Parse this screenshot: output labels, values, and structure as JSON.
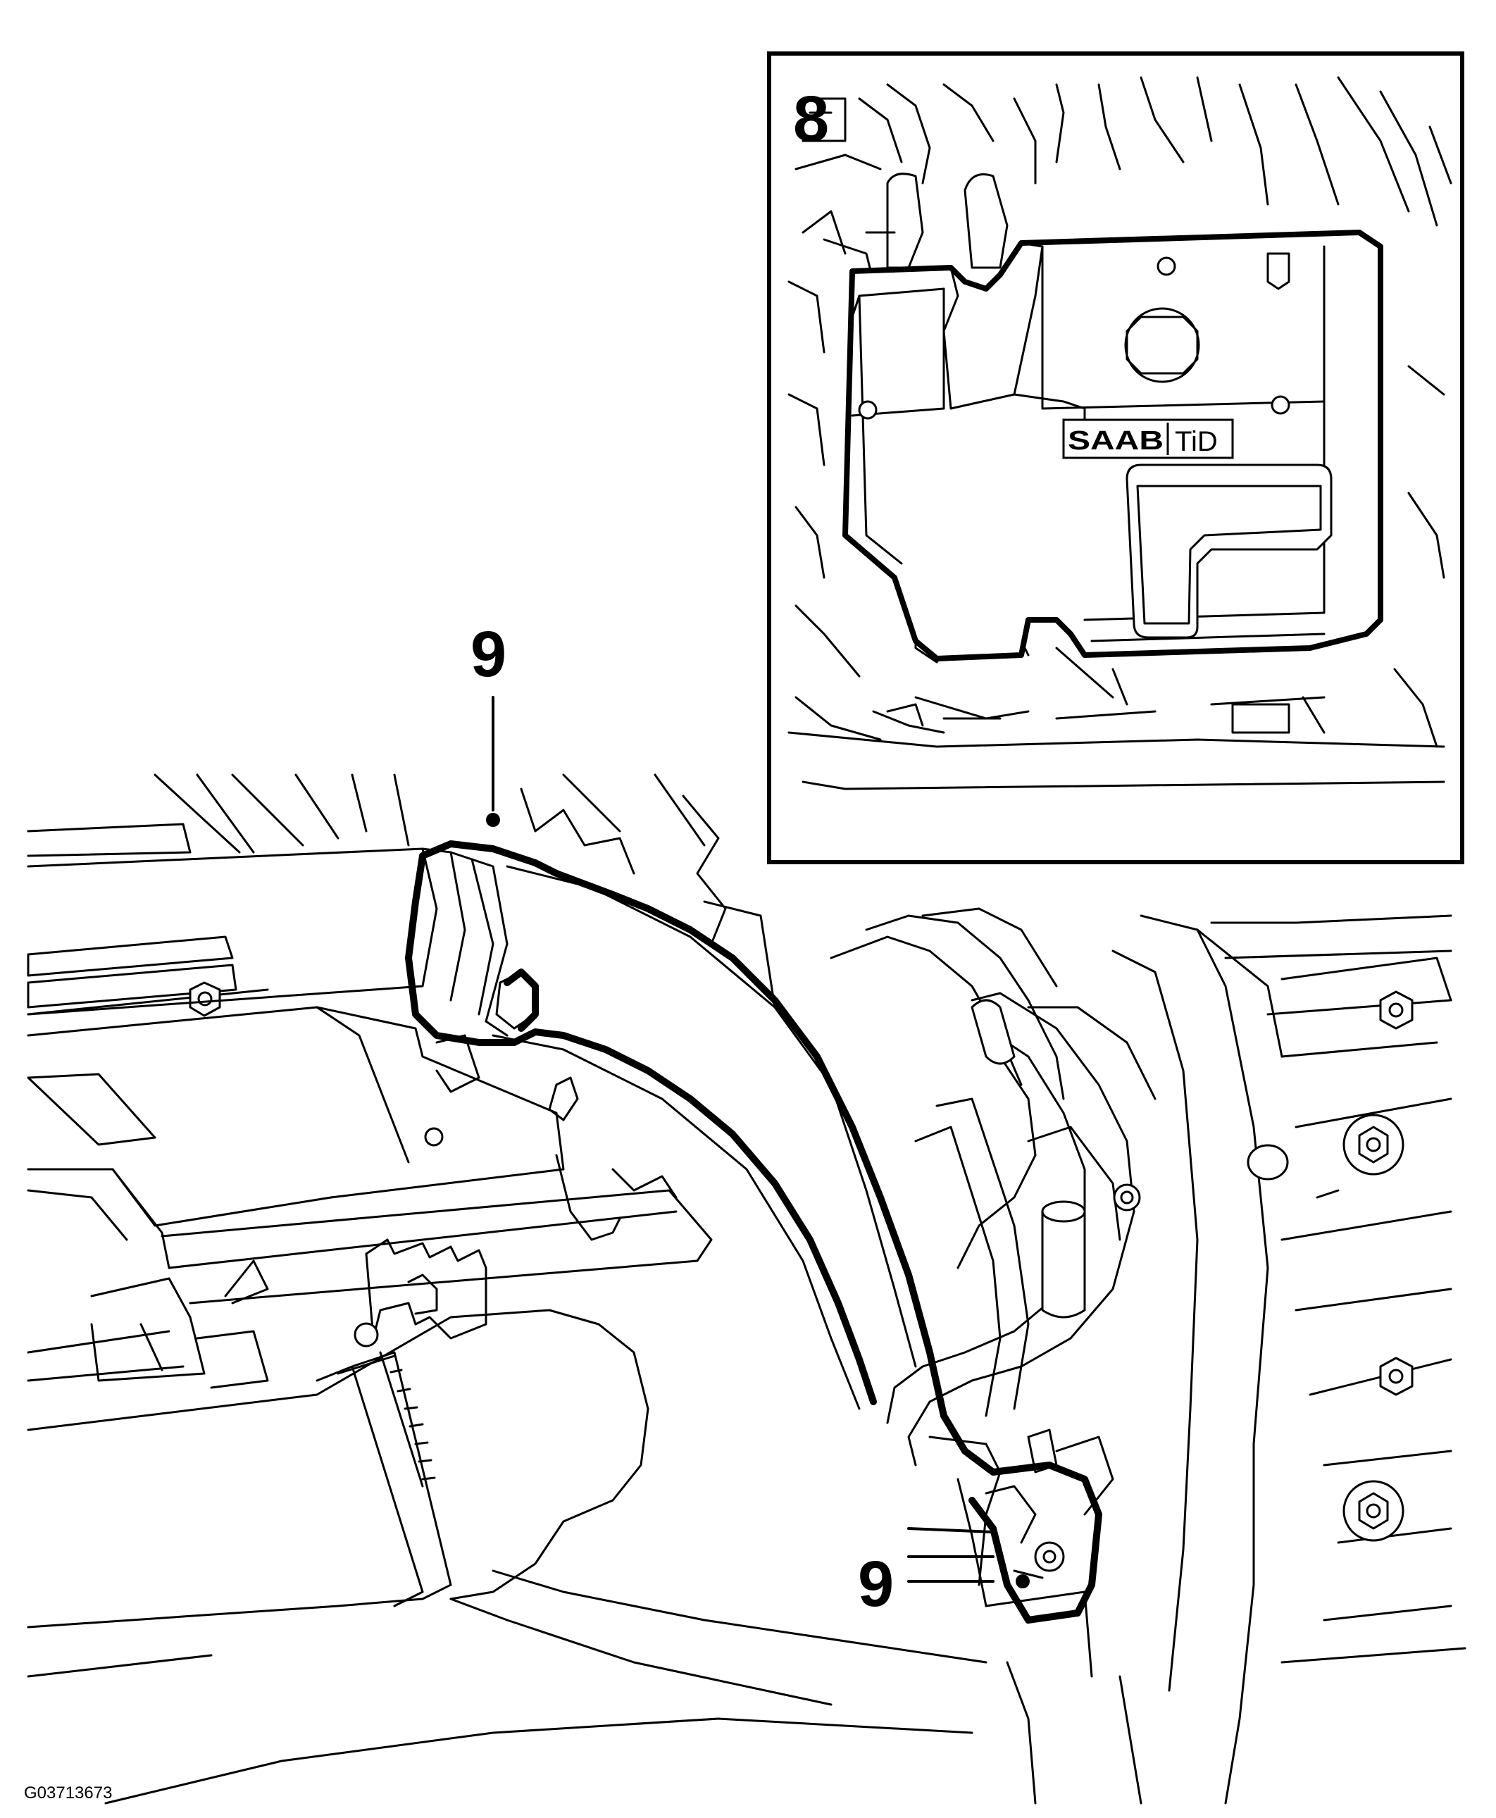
{
  "figure_id": "G03713673",
  "callouts": {
    "inset_label": "8",
    "hose_upper_label": "9",
    "hose_lower_label": "9"
  },
  "inset": {
    "badge_brand": "SAAB",
    "badge_model": "TiD"
  },
  "icons": [
    "bolt-icon",
    "hose-clamp-icon",
    "engine-cover-icon"
  ]
}
